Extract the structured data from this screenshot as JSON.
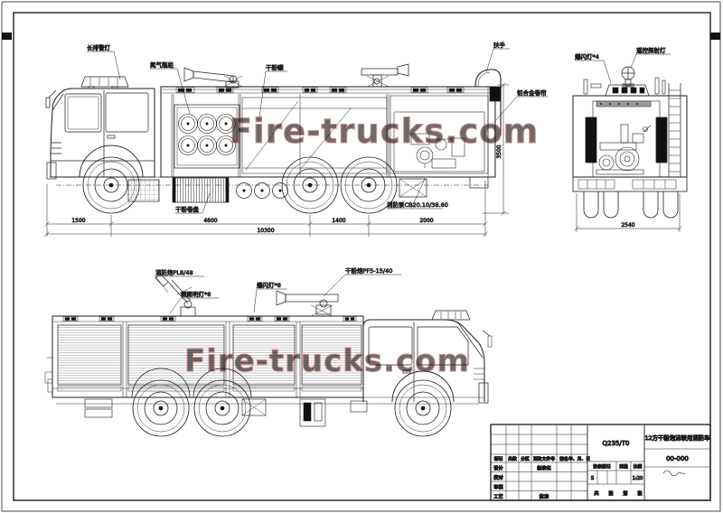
{
  "sheet": {
    "background": "#ffffff",
    "line_color": "#1c1c1c",
    "watermark": {
      "text": "Fire-trucks.com",
      "fill": "#dd7f7f",
      "stroke": "#bf3d3d"
    }
  },
  "top_view": {
    "labels": {
      "beacon": "长排警灯",
      "cylinders": "氮气瓶组",
      "powder_tank": "干粉罐",
      "handrail": "扶手",
      "roller_shutter": "铝合金卷帘",
      "hose_reel": "干粉卷盘",
      "fire_pump": "消防泵CB20.10/38.60"
    },
    "dims": {
      "front_overhang": "1500",
      "wheelbase": "4600",
      "tandem_spacing": "1400",
      "rear_overhang": "2000",
      "overall_length": "10300",
      "overall_height": "3500"
    }
  },
  "rear_view": {
    "labels": {
      "strobe_lights": "爆闪灯*4",
      "searchlight": "遥控探射灯"
    },
    "dims": {
      "overall_width": "2540"
    }
  },
  "bottom_view": {
    "labels": {
      "fire_monitor": "消防炮PL8/48",
      "side_lights": "侧照明灯*8",
      "strobe_lights": "爆闪灯*8",
      "powder_monitor": "干粉炮PF5-15/40"
    }
  },
  "title_block": {
    "material": "Q235/T0",
    "product_name": "12方干粉泡沫联用消防车",
    "drawing_number": "00-000",
    "revision_headers": [
      "标记",
      "处数",
      "分区",
      "更改文件号",
      "签名",
      "年、月、日"
    ],
    "roles": [
      "设计",
      "校对",
      "审核",
      "工艺"
    ],
    "standardization": "标准化",
    "approval": "批准",
    "stage_headers": [
      "阶段标记",
      "重量",
      "比例"
    ],
    "stage_mark": "S",
    "scale": "1:20",
    "sheet_count": [
      "共",
      "张",
      "第",
      "张"
    ]
  }
}
